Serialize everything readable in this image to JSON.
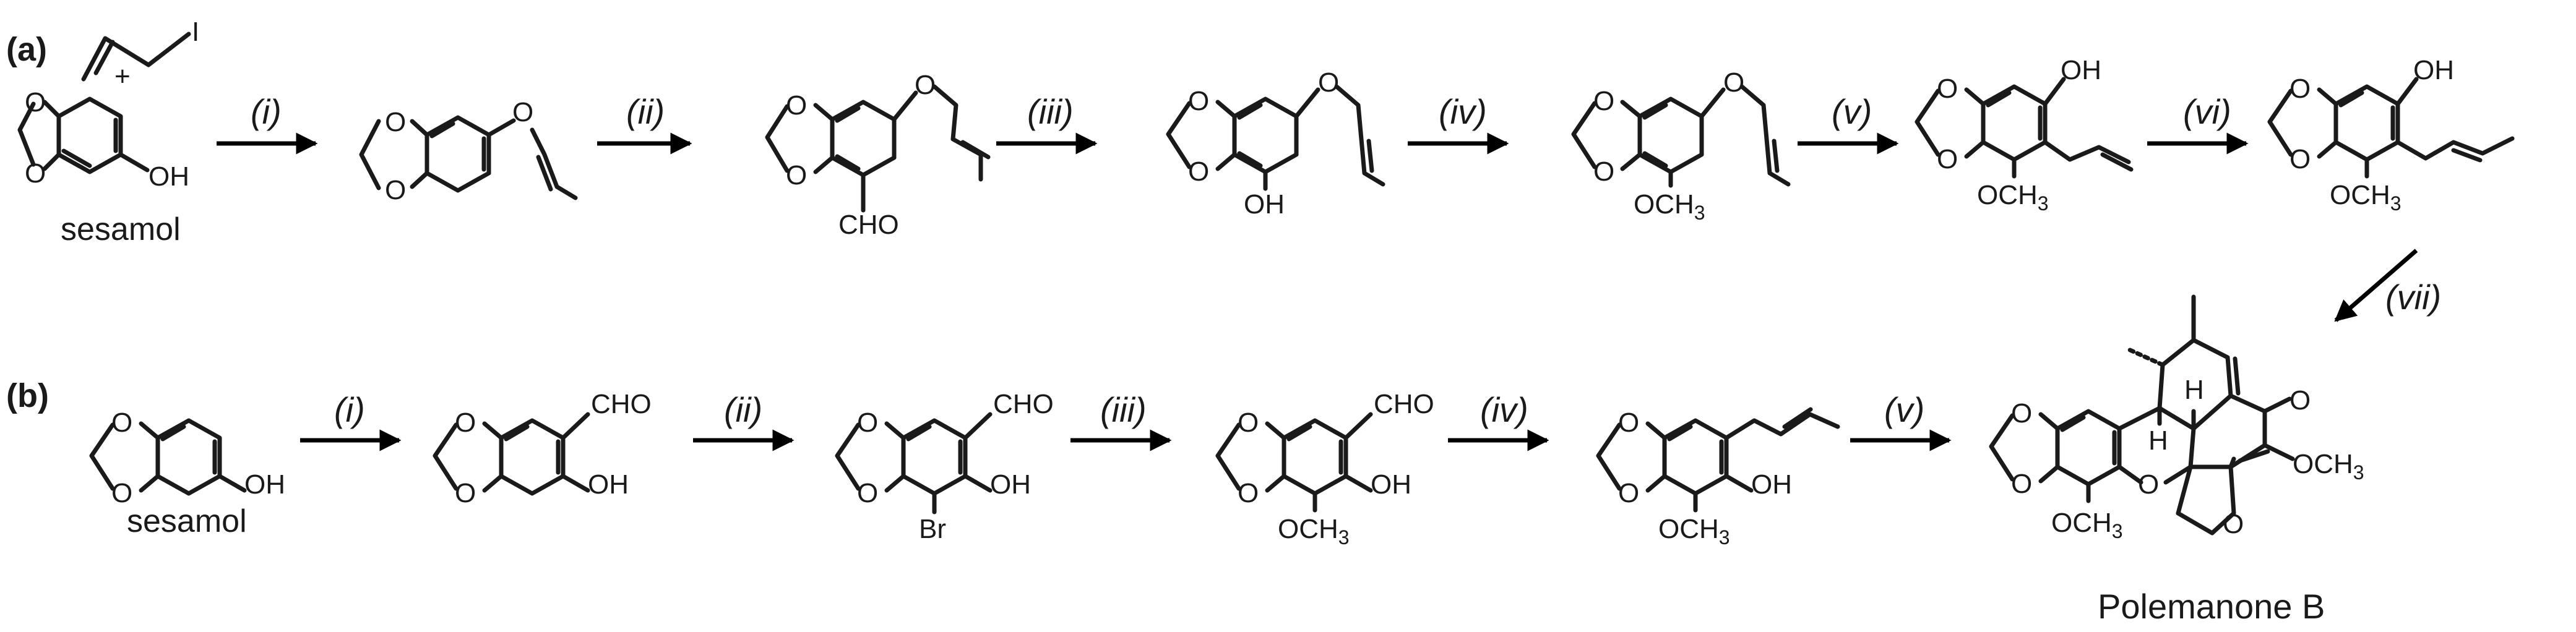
{
  "panels": {
    "a": "(a)",
    "b": "(b)"
  },
  "steps": {
    "i": "(i)",
    "ii": "(ii)",
    "iii": "(iii)",
    "iv": "(iv)",
    "v": "(v)",
    "vi": "(vi)",
    "vii": "(vii)"
  },
  "atoms": {
    "O": "O",
    "OH": "OH",
    "I": "I",
    "CHO": "CHO",
    "OCH": "OCH",
    "three": "3",
    "Br": "Br",
    "H": "H",
    "plus": "+"
  },
  "labels": {
    "sesamol": "sesamol",
    "product": "Polemanone B"
  },
  "colors": {
    "ink": "#1a1a1a",
    "arrow": "#000000",
    "background": "#ffffff"
  }
}
